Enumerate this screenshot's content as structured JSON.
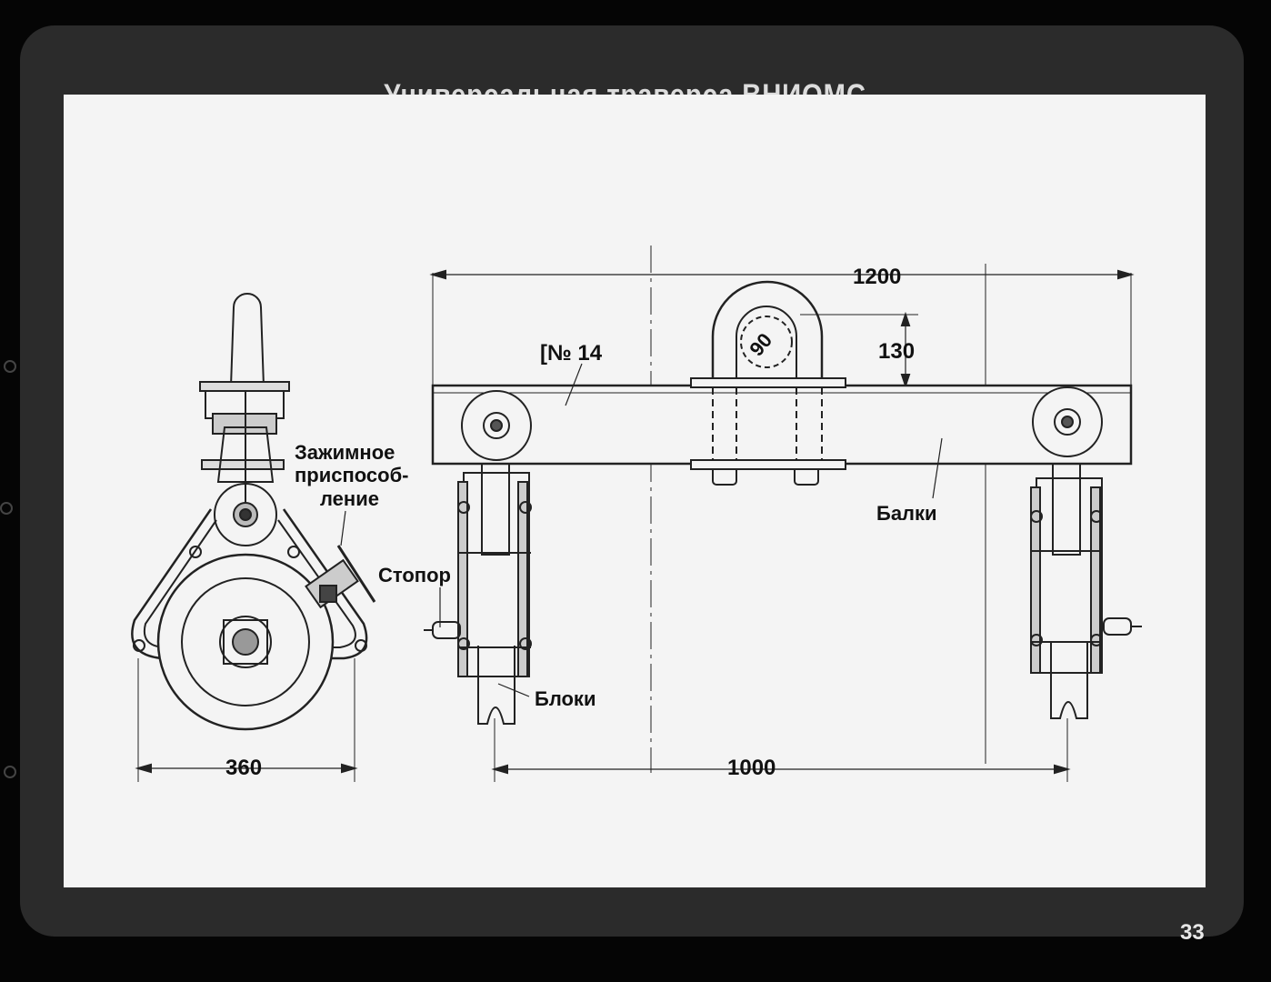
{
  "slide": {
    "title": "Универсальная траверса ВНИОМС",
    "page_number": "33"
  },
  "labels": {
    "clamp_line1": "Зажимное",
    "clamp_line2": "приспособ-",
    "clamp_line3": "ление",
    "stopper": "Стопор",
    "channel": "[№ 14",
    "beams": "Балки",
    "blocks": "Блоки"
  },
  "dimensions": {
    "width_side": "360",
    "length_total": "1200",
    "block_spacing": "1000",
    "loop_height": "130",
    "loop_diameter": "90"
  }
}
